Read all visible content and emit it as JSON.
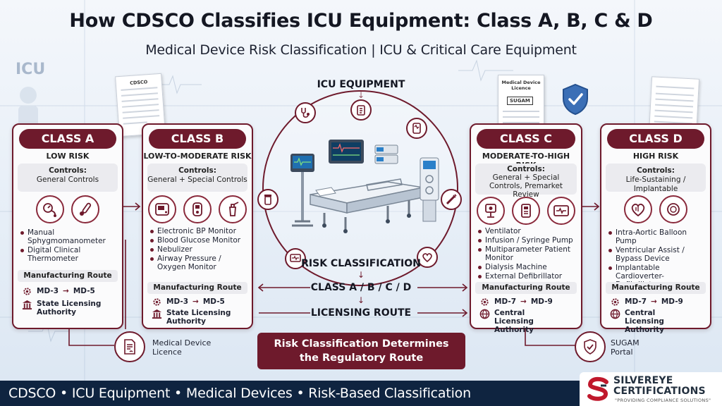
{
  "title": "How CDSCO Classifies ICU Equipment: Class A, B, C & D",
  "subtitle": "Medical Device Risk Classification | ICU & Critical Care Equipment",
  "watermark": "ICU",
  "center": {
    "top_label": "ICU EQUIPMENT",
    "risk_label": "RISK CLASSIFICATION",
    "class_label": "CLASS A / B / C / D",
    "route_label": "LICENSING ROUTE"
  },
  "classes": [
    {
      "name": "CLASS A",
      "risk": "LOW RISK",
      "controls_title": "Controls:",
      "controls": "General Controls",
      "icons": [
        "bp-cuff-icon",
        "thermometer-icon"
      ],
      "items": [
        "Manual Sphygmomanometer",
        "Digital Clinical Thermometer"
      ],
      "route_title": "Manufacturing Route",
      "route": [
        "MD-3",
        "MD-5"
      ],
      "authority": "State Licensing Authority"
    },
    {
      "name": "CLASS B",
      "risk": "LOW-TO-MODERATE RISK",
      "controls_title": "Controls:",
      "controls": "General + Special Controls",
      "icons": [
        "bp-monitor-icon",
        "glucose-meter-icon",
        "nebulizer-icon"
      ],
      "items": [
        "Electronic BP Monitor",
        "Blood Glucose Monitor",
        "Nebulizer",
        "Airway Pressure / Oxygen Monitor"
      ],
      "route_title": "Manufacturing Route",
      "route": [
        "MD-3",
        "MD-5"
      ],
      "authority": "State Licensing Authority"
    },
    {
      "name": "CLASS C",
      "risk": "MODERATE-TO-HIGH RISK",
      "controls_title": "Controls:",
      "controls": "General + Special Controls, Premarket Review",
      "icons": [
        "ventilator-icon",
        "infusion-pump-icon",
        "patient-monitor-icon"
      ],
      "items": [
        "Ventilator",
        "Infusion / Syringe Pump",
        "Multiparameter Patient Monitor",
        "Dialysis Machine",
        "External Defibrillator"
      ],
      "route_title": "Manufacturing Route",
      "route": [
        "MD-7",
        "MD-9"
      ],
      "authority": "Central Licensing Authority"
    },
    {
      "name": "CLASS D",
      "risk": "HIGH RISK",
      "controls_title": "Controls:",
      "controls": "Life-Sustaining / Implantable",
      "icons": [
        "heart-icon",
        "pacemaker-icon"
      ],
      "items": [
        "Intra-Aortic Balloon Pump",
        "Ventricular Assist / Bypass Device",
        "Implantable Cardioverter-Defibrillator"
      ],
      "route_title": "Manufacturing Route",
      "route": [
        "MD-7",
        "MD-9"
      ],
      "authority": "Central Licensing Authority"
    }
  ],
  "docs": {
    "licence_title": "Medical Device Licence",
    "sugam_stamp": "SUGAM",
    "cdsco_title": "CDSCO"
  },
  "side_labels": {
    "licence": "Medical Device Licence",
    "sugam": "SUGAM Portal"
  },
  "banner": {
    "line1": "Risk Classification Determines",
    "line2": "the Regulatory Route"
  },
  "footer": {
    "text": "CDSCO • ICU Equipment • Medical Devices • Risk-Based Classification",
    "logo_line1": "SILVEREYE",
    "logo_line2": "CERTIFICATIONS",
    "logo_tag": "\"PROVIDING COMPLIANCE SOLUTIONS\""
  },
  "colors": {
    "accent": "#6e1a2c",
    "footer": "#0f2440",
    "logo_red": "#c0182c"
  }
}
